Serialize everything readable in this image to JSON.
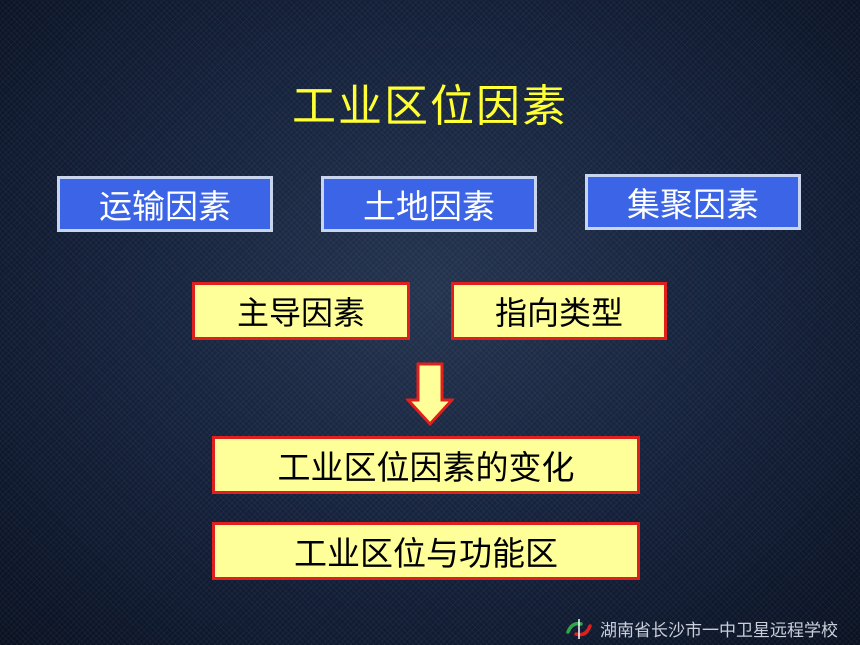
{
  "title": "工业区位因素",
  "factors": [
    "运输因素",
    "土地因素",
    "集聚因素"
  ],
  "analysis": [
    "主导因素",
    "指向类型"
  ],
  "topics": [
    "工业区位因素的变化",
    "工业区位与功能区"
  ],
  "footer": {
    "text": "湖南省长沙市一中卫星远程学校",
    "logo_icon": "school-logo-icon"
  },
  "colors": {
    "title": "#ffff33",
    "factor_fill": "#3b64e6",
    "factor_border": "#c9d4ee",
    "topic_fill": "#ffff99",
    "topic_border": "#e0201c",
    "arrow_fill": "#ffff99",
    "arrow_stroke": "#e0201c"
  }
}
